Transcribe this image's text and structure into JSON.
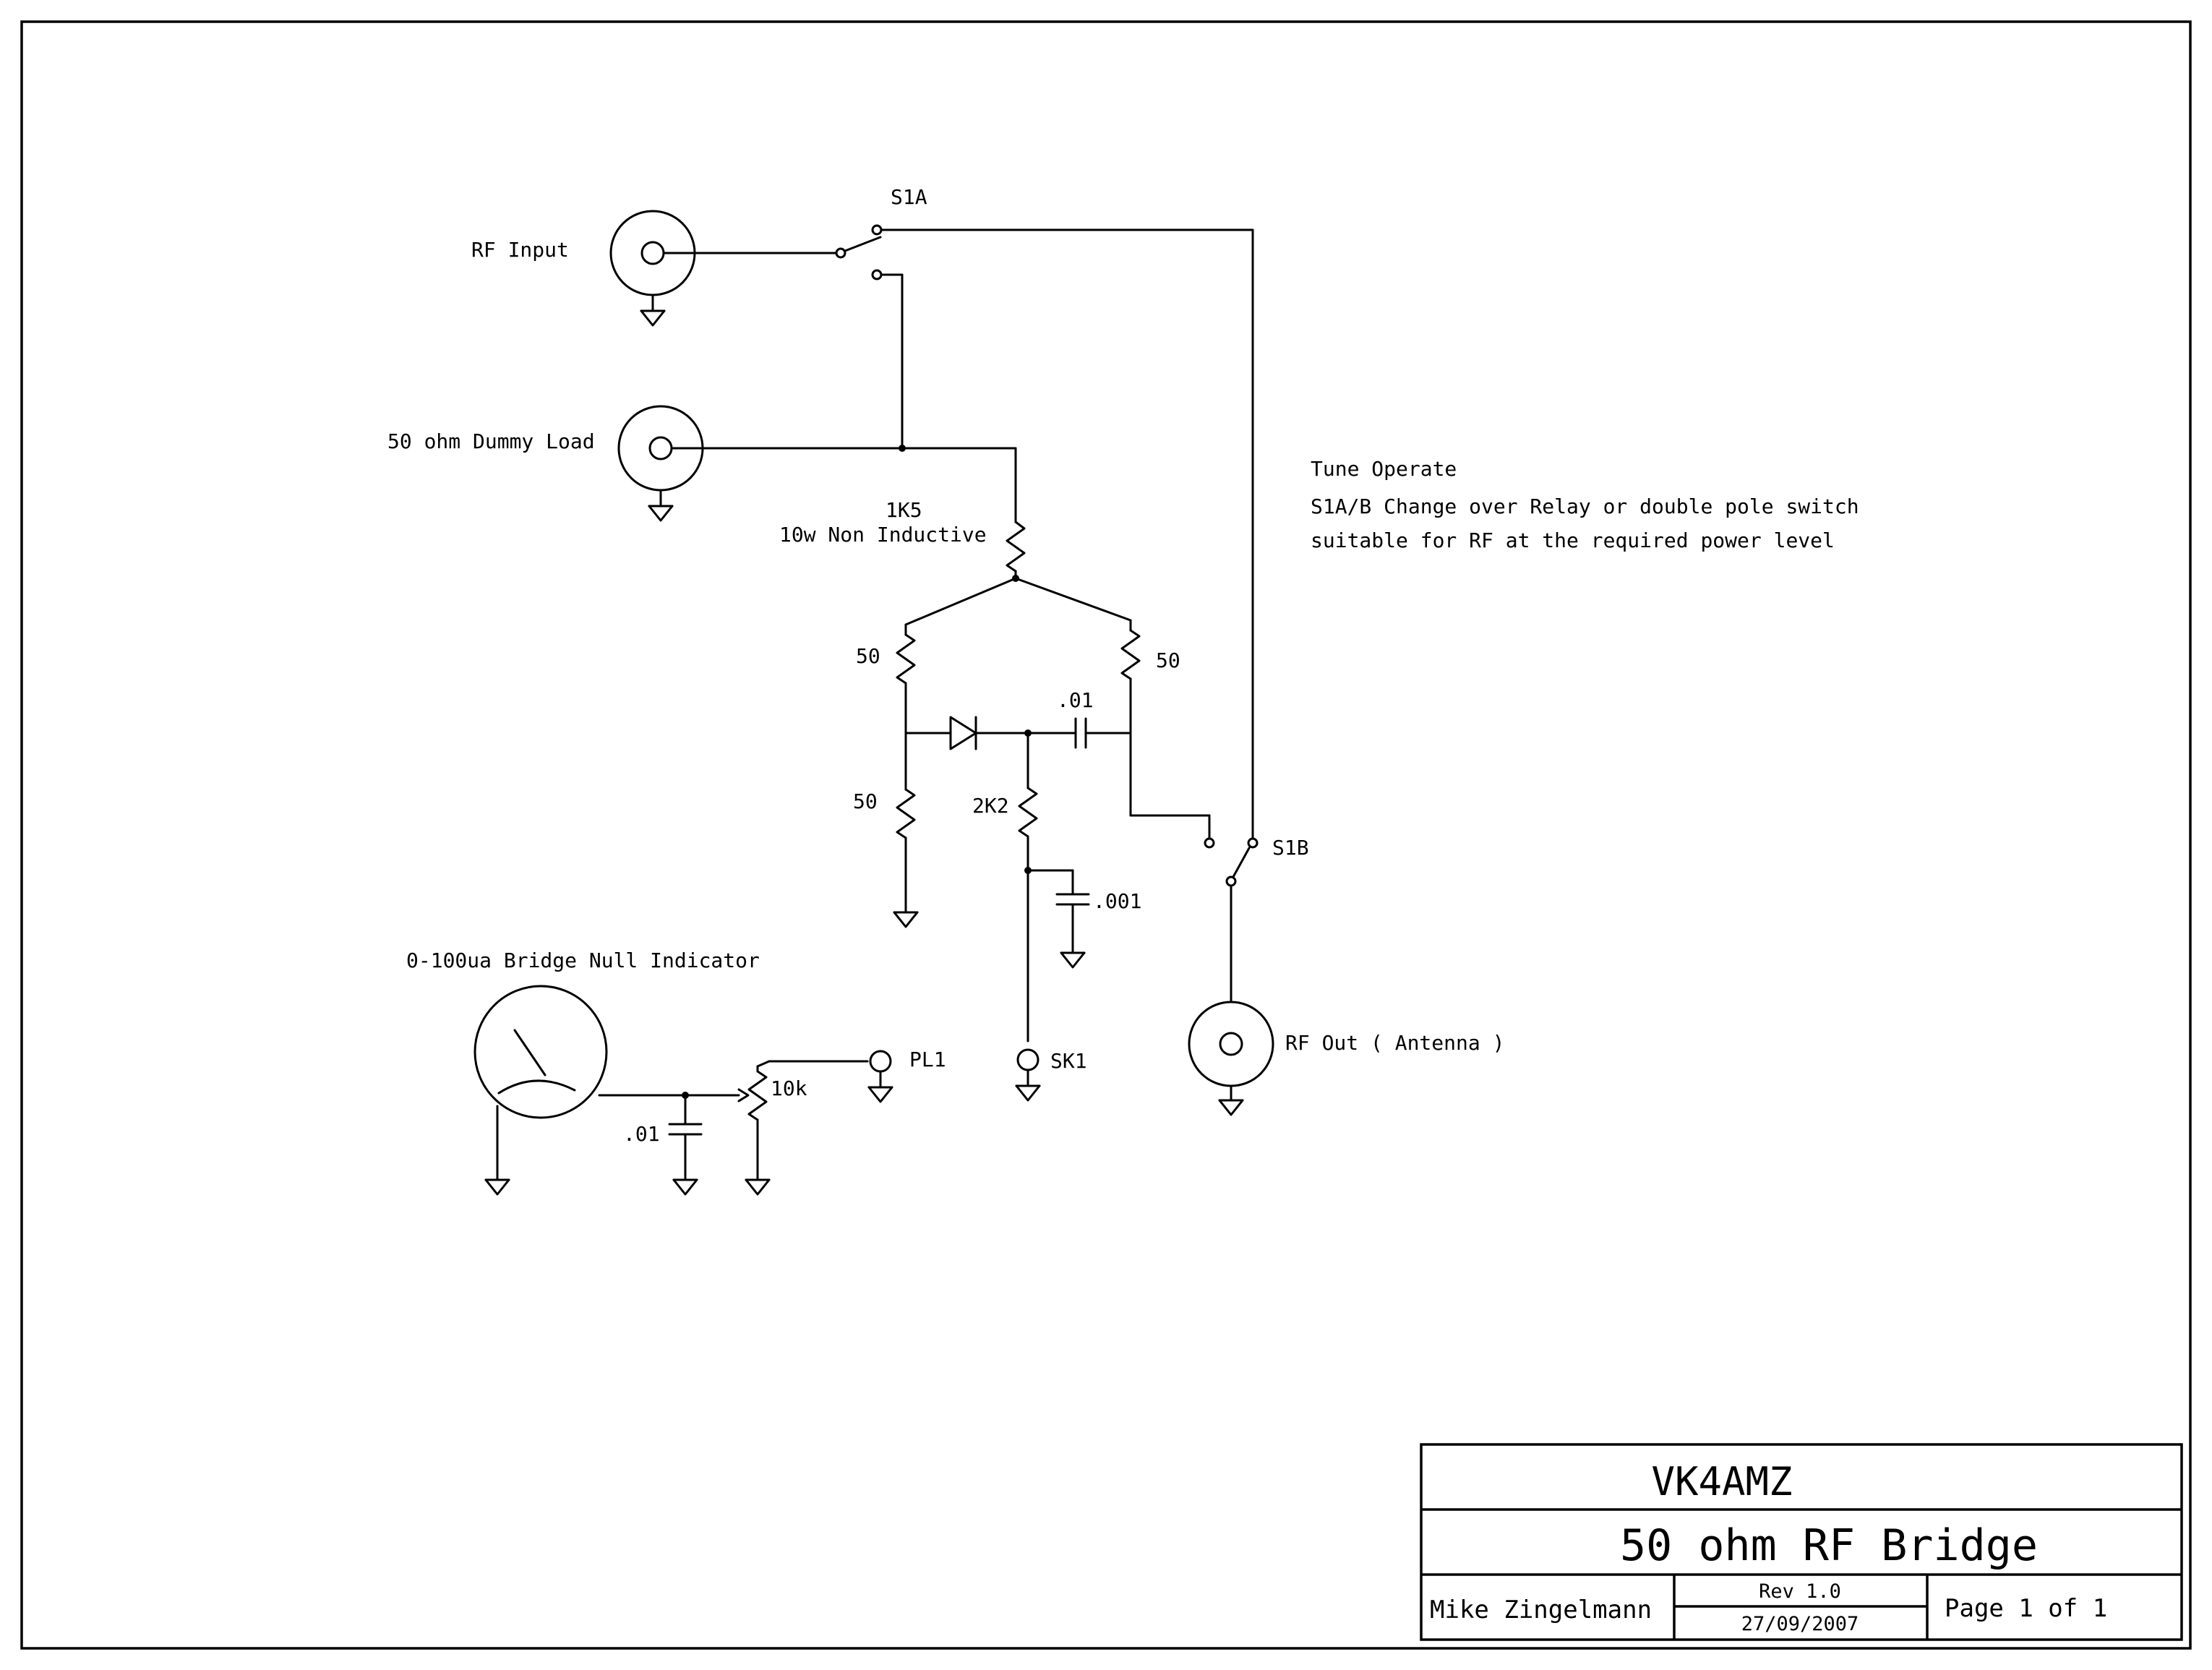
{
  "schematic": {
    "labels": {
      "rf_input": "RF Input",
      "dummy_load": "50 ohm Dummy Load",
      "s1a": "S1A",
      "s1b": "S1B",
      "r_1k5_value": "1K5",
      "r_1k5_desc": "10w Non Inductive",
      "r_left_top": "50",
      "r_right_top": "50",
      "r_left_bottom": "50",
      "cap_top": ".01",
      "r_2k2": "2K2",
      "cap_001": ".001",
      "sk1": "SK1",
      "rf_out": "RF Out ( Antenna )",
      "meter_title": "0-100ua Bridge Null Indicator",
      "cap_meter": ".01",
      "pot": "10k",
      "pl1": "PL1"
    },
    "notes": [
      "Tune Operate",
      "S1A/B Change over Relay or double pole switch",
      "suitable for RF at the required power level"
    ]
  },
  "title_block": {
    "company": "VK4AMZ",
    "title": "50 ohm RF Bridge",
    "author": "Mike Zingelmann",
    "revision": "Rev 1.0",
    "date": "27/09/2007",
    "page": "Page 1 of 1"
  }
}
